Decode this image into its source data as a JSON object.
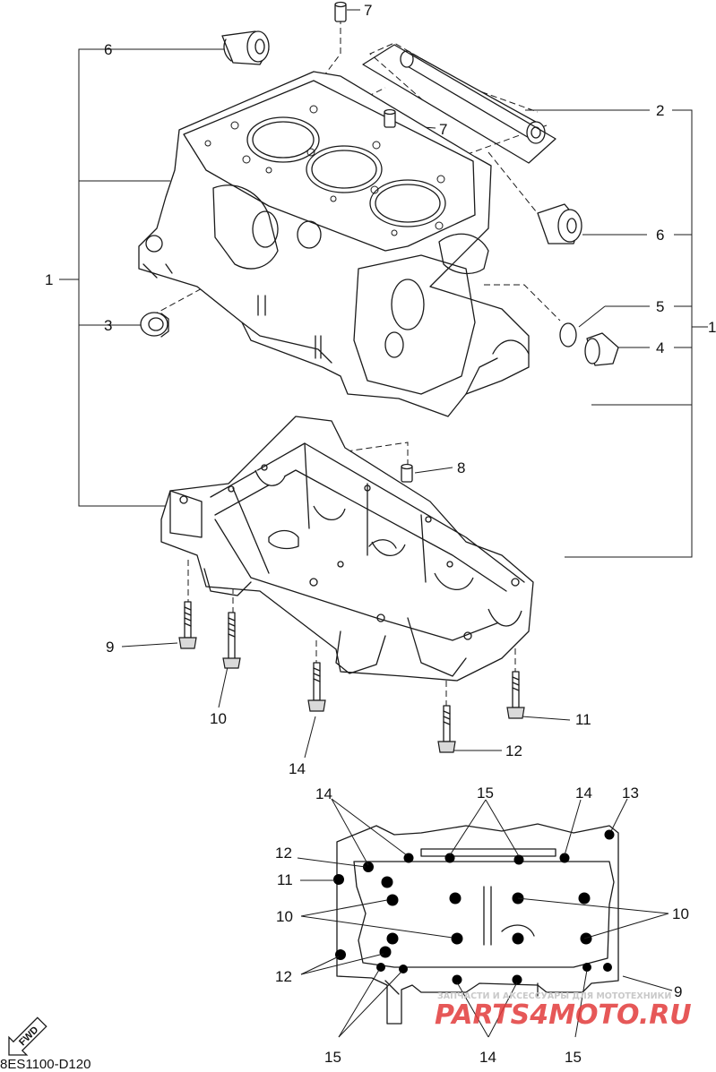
{
  "diagram_code": "8ES1100-D120",
  "fwd_label": "FWD",
  "watermark": {
    "line1": "ЗАПЧАСТИ И АКСЕССУАРЫ ДЛЯ МОТОТЕХНИКИ",
    "line2": "PARTS4MOTO.RU",
    "color": "#e23b3b"
  },
  "callouts": {
    "c1_left": "1",
    "c1_right": "1",
    "c2": "2",
    "c3": "3",
    "c4": "4",
    "c5": "5",
    "c6_top": "6",
    "c6_right": "6",
    "c7_top": "7",
    "c7_mid": "7",
    "c8": "8",
    "c9": "9",
    "c10": "10",
    "c11": "11",
    "c12": "12",
    "c14": "14"
  },
  "inset_callouts": {
    "c14_left": "14",
    "c15_top": "15",
    "c14_right": "14",
    "c13": "13",
    "c12_top": "12",
    "c11": "11",
    "c10_left": "10",
    "c10_right": "10",
    "c12_bottom": "12",
    "c9": "9",
    "c15_bl": "15",
    "c14_bottom": "14",
    "c15_br": "15"
  }
}
